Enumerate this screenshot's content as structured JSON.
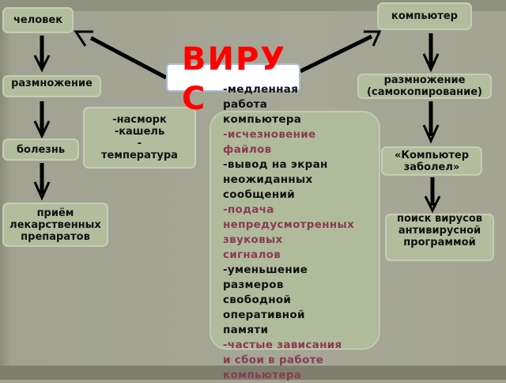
{
  "title": "ВИРУС",
  "left": {
    "n1": "человек",
    "n2": "размножение",
    "n3": "болезнь",
    "n4": "приём лекарственных препаратов"
  },
  "symptoms_human": "-насморк\n-кашель\n-\nтемпература",
  "right": {
    "n1": "компьютер",
    "n2": "размножение (самокопирование)",
    "n3": "«Компьютер заболел»",
    "n4": "поиск вирусов антивирусной программой"
  },
  "symptoms_computer": [
    {
      "text": "-медленная\nработа\nкомпьютера",
      "color": "#111111"
    },
    {
      "text": "-исчезновение\nфайлов",
      "color": "#8a3b50"
    },
    {
      "text": "-вывод на экран\nнеожиданных\nсообщений",
      "color": "#111111"
    },
    {
      "text": "-подача\nнепредусмотренных звуковых\nсигналов",
      "color": "#8a3b50"
    },
    {
      "text": "-уменьшение\nразмеров\nсвободной\nоперативной\nпамяти",
      "color": "#111111"
    },
    {
      "text": "-частые зависания\nи сбои в работе\nкомпьютера",
      "color": "#8a3b50"
    }
  ]
}
